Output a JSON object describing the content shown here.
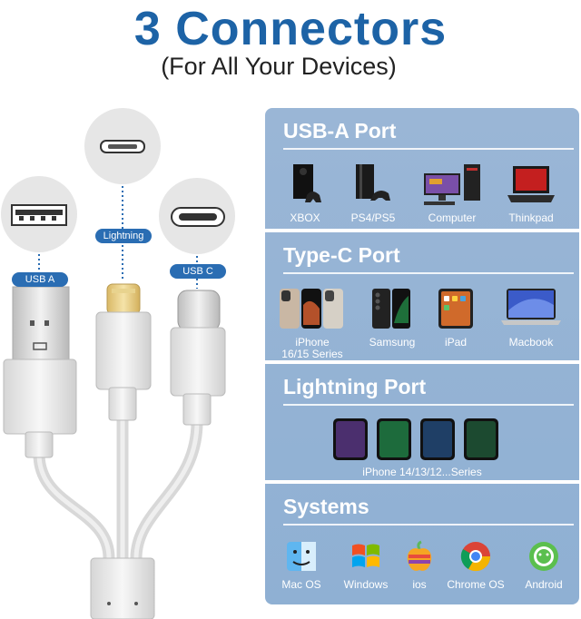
{
  "header": {
    "title": "3 Connectors",
    "subtitle": "(For All Your Devices)"
  },
  "cable": {
    "labels": {
      "usb_a": "USB A",
      "lightning": "Lightning",
      "usb_c": "USB C"
    }
  },
  "panel": {
    "usb_a": {
      "heading": "USB-A Port",
      "devices": [
        "XBOX",
        "PS4/PS5",
        "Computer",
        "Thinkpad"
      ]
    },
    "type_c": {
      "heading": "Type-C Port",
      "devices": [
        "iPhone\n16/15 Series",
        "Samsung",
        "iPad",
        "Macbook"
      ]
    },
    "lightning": {
      "heading": "Lightning Port",
      "caption": "iPhone 14/13/12...Series"
    },
    "systems": {
      "heading": "Systems",
      "items": [
        "Mac OS",
        "Windows",
        "ios",
        "Chrome OS",
        "Android"
      ]
    }
  },
  "colors": {
    "title": "#1d63a6",
    "panel": "#94b3d5",
    "label_pill": "#2a6db3"
  }
}
